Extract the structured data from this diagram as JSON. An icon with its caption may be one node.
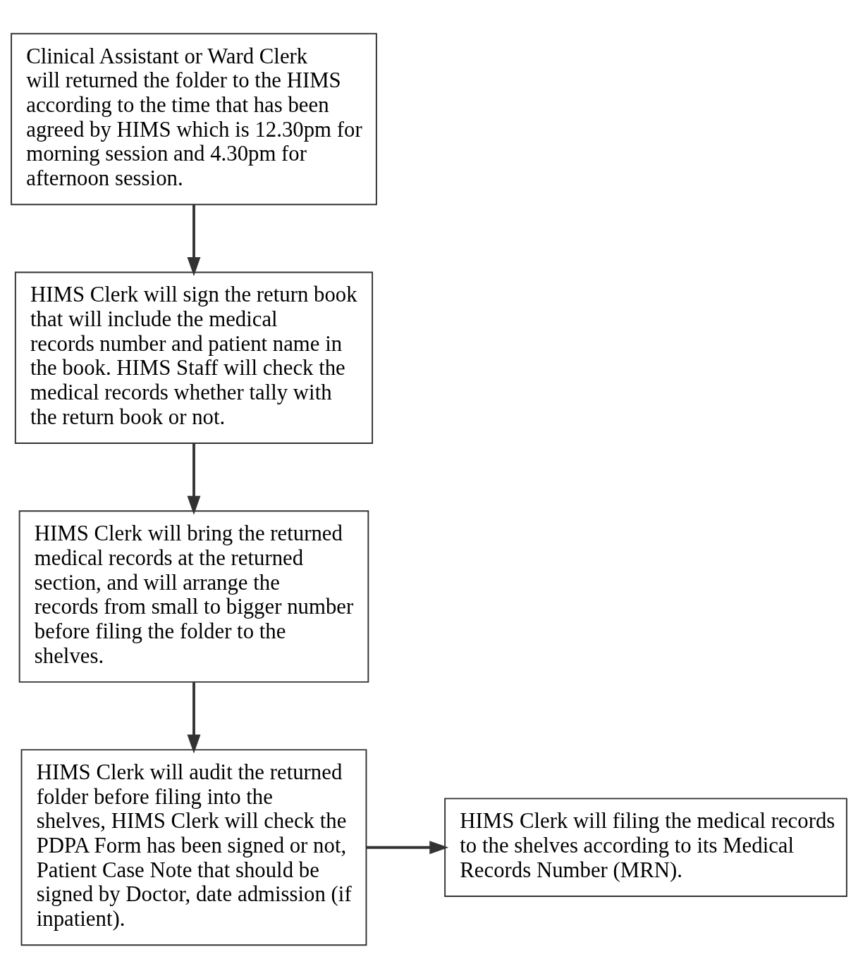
{
  "diagram": {
    "nodes": [
      {
        "text": [
          "Clinical Assistant or Ward Clerk will returned the folder to the HIMS according to the time that has been agreed by HIMS which is 12.30pm for morning session and 4.30pm for afternoon session."
        ]
      },
      {
        "text": [
          "HIMS Clerk will sign the return book that will include the medical records number and patient name in the book. HIMS Staff will check the medical records whether tally with the return book or not."
        ]
      },
      {
        "text": [
          "HIMS Clerk will bring the returned medical records at the returned section, and will arrange the records from small to bigger number before filing the folder to the shelves."
        ]
      },
      {
        "text": [
          "HIMS Clerk will audit the returned folder before filing into the shelves, HIMS Clerk will check the PDPA Form has been signed or not, Patient Case Note that should be signed by Doctor, date admission (if inpatient)."
        ]
      },
      {
        "text": [
          "HIMS Clerk will filing the medical records to the shelves according to its Medical Records Number (MRN)."
        ]
      }
    ],
    "edges": [
      {
        "from": 0,
        "to": 1,
        "arrow": "to"
      },
      {
        "from": 1,
        "to": 2,
        "arrow": "to"
      },
      {
        "from": 2,
        "to": 3,
        "arrow": "to"
      },
      {
        "from": 3,
        "to": 4,
        "arrow": "to"
      }
    ]
  }
}
